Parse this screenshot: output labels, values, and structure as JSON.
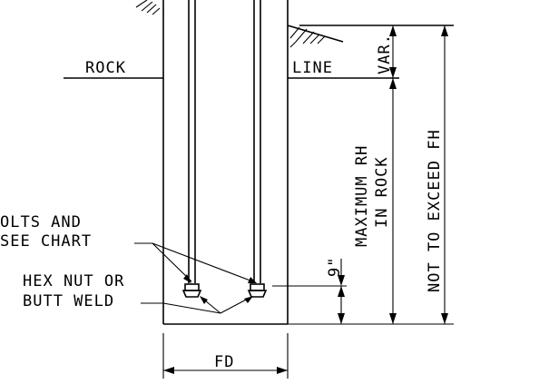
{
  "labels": {
    "rock": "ROCK",
    "line": "LINE",
    "bolts_line1": "OLTS AND",
    "bolts_line2": "SEE CHART",
    "hexnut_line1": "HEX NUT OR",
    "hexnut_line2": "BUTT WELD",
    "fd": "FD",
    "var": "VAR.",
    "max_rh_line1": "MAXIMUM RH",
    "max_rh_line2": "IN ROCK",
    "not_exceed": "NOT TO EXCEED FH",
    "nine_inch": "9\""
  }
}
